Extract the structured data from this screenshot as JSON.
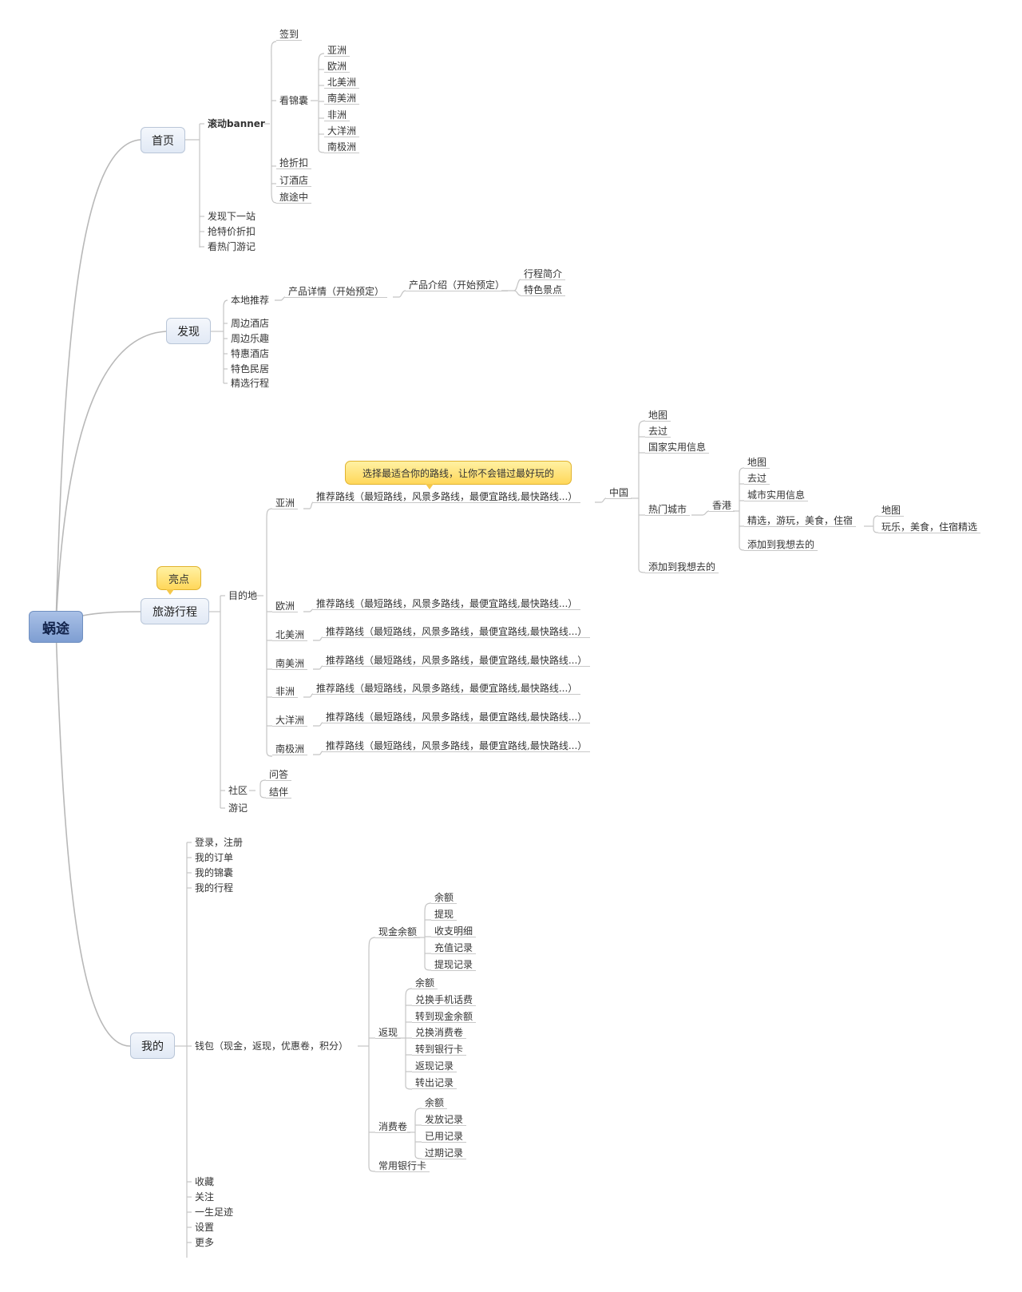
{
  "root": "蜗途",
  "home": {
    "label": "首页",
    "banner": "滚动banner",
    "checkin": "签到",
    "watch": "看锦囊",
    "continents": [
      "亚洲",
      "欧洲",
      "北美洲",
      "南美洲",
      "非洲",
      "大洋洲",
      "南极洲"
    ],
    "discount": "抢折扣",
    "hotel": "订酒店",
    "trip": "旅途中",
    "next_stop": "发现下一站",
    "special_price": "抢特价折扣",
    "hot_notes": "看热门游记"
  },
  "discover": {
    "label": "发现",
    "local": "本地推荐",
    "detail": "产品详情（开始预定）",
    "intro": "产品介绍（开始预定）",
    "summary": "行程简介",
    "spots": "特色景点",
    "items": [
      "周边酒店",
      "周边乐趣",
      "特惠酒店",
      "特色民居",
      "精选行程"
    ]
  },
  "travel": {
    "label": "旅游行程",
    "highlight": "亮点",
    "destination": "目的地",
    "continents": [
      "亚洲",
      "欧洲",
      "北美洲",
      "南美洲",
      "非洲",
      "大洋洲",
      "南极洲"
    ],
    "route": "推荐路线（最短路线，风景多路线，最便宜路线,最快路线...）",
    "callout": "选择最适合你的路线，让你不会错过最好玩的",
    "china": "中国",
    "china_children": [
      "地图",
      "去过",
      "国家实用信息"
    ],
    "hot_city": "热门城市",
    "hongkong": "香港",
    "hk_children": [
      "地图",
      "去过",
      "城市实用信息"
    ],
    "selected": "精选，游玩，美食，住宿",
    "selected_children": [
      "地图",
      "玩乐，美食，住宿精选"
    ],
    "add_hk": "添加到我想去的",
    "add_china": "添加到我想去的",
    "community": "社区",
    "qa": "问答",
    "companion": "结伴",
    "notes": "游记"
  },
  "mine": {
    "label": "我的",
    "top_items": [
      "登录，注册",
      "我的订单",
      "我的锦囊",
      "我的行程"
    ],
    "wallet": "钱包（现金，返现，优惠卷，积分）",
    "cash": "现金余额",
    "cash_children": [
      "余额",
      "提现",
      "收支明细",
      "充值记录",
      "提现记录"
    ],
    "cashback": "返现",
    "cashback_children": [
      "余额",
      "兑换手机话费",
      "转到现金余额",
      "兑换消费卷",
      "转到银行卡",
      "返现记录",
      "转出记录"
    ],
    "voucher": "消费卷",
    "voucher_children": [
      "余额",
      "发放记录",
      "已用记录",
      "过期记录"
    ],
    "bank": "常用银行卡",
    "bottom_items": [
      "收藏",
      "关注",
      "一生足迹",
      "设置",
      "更多"
    ]
  },
  "colors": {
    "line": "#bcbcbc",
    "root": "#8aa7d8",
    "topic": "#e6edf8",
    "callout": "#ffe27a"
  }
}
